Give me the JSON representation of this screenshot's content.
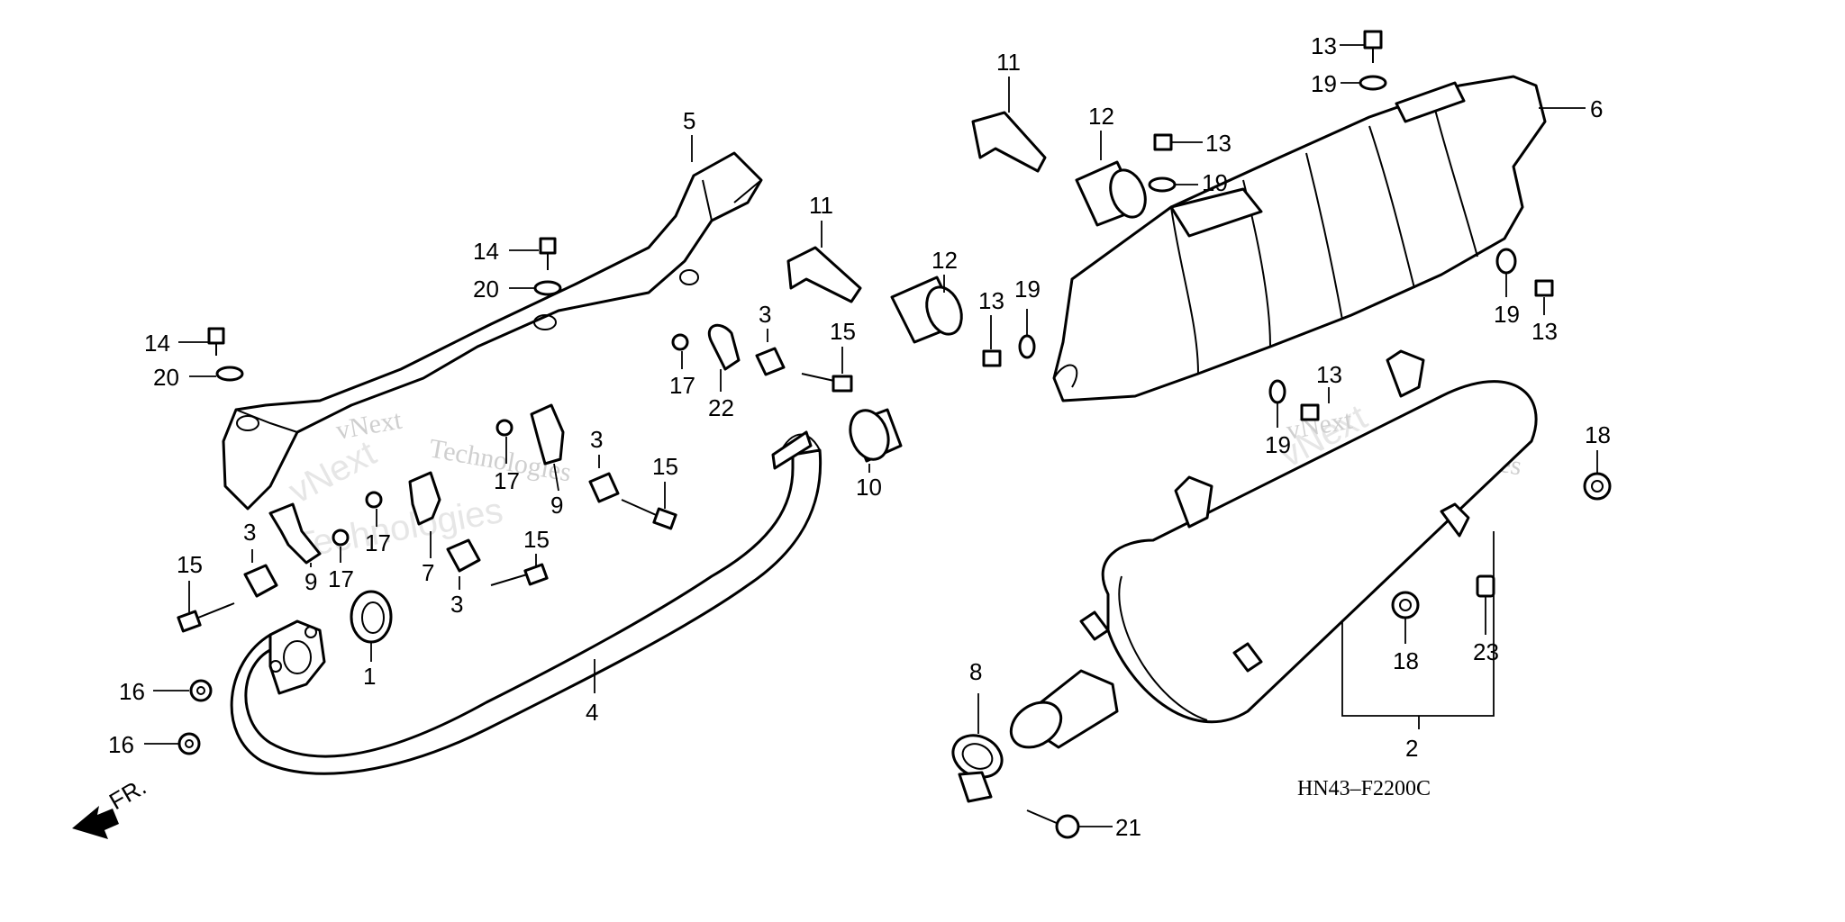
{
  "diagram": {
    "code": "HN43–F2200C",
    "direction_label": "FR.",
    "watermark": {
      "name": "vNext",
      "company": "Technologies"
    },
    "callouts": [
      {
        "id": "c1",
        "label": "1"
      },
      {
        "id": "c2",
        "label": "2"
      },
      {
        "id": "c3a",
        "label": "3"
      },
      {
        "id": "c3b",
        "label": "3"
      },
      {
        "id": "c3c",
        "label": "3"
      },
      {
        "id": "c3d",
        "label": "3"
      },
      {
        "id": "c4",
        "label": "4"
      },
      {
        "id": "c5",
        "label": "5"
      },
      {
        "id": "c6",
        "label": "6"
      },
      {
        "id": "c7",
        "label": "7"
      },
      {
        "id": "c8",
        "label": "8"
      },
      {
        "id": "c9a",
        "label": "9"
      },
      {
        "id": "c9b",
        "label": "9"
      },
      {
        "id": "c10",
        "label": "10"
      },
      {
        "id": "c11a",
        "label": "11"
      },
      {
        "id": "c11b",
        "label": "11"
      },
      {
        "id": "c12a",
        "label": "12"
      },
      {
        "id": "c12b",
        "label": "12"
      },
      {
        "id": "c13a",
        "label": "13"
      },
      {
        "id": "c13b",
        "label": "13"
      },
      {
        "id": "c13c",
        "label": "13"
      },
      {
        "id": "c13d",
        "label": "13"
      },
      {
        "id": "c13e",
        "label": "13"
      },
      {
        "id": "c14a",
        "label": "14"
      },
      {
        "id": "c14b",
        "label": "14"
      },
      {
        "id": "c15a",
        "label": "15"
      },
      {
        "id": "c15b",
        "label": "15"
      },
      {
        "id": "c15c",
        "label": "15"
      },
      {
        "id": "c15d",
        "label": "15"
      },
      {
        "id": "c16a",
        "label": "16"
      },
      {
        "id": "c16b",
        "label": "16"
      },
      {
        "id": "c17a",
        "label": "17"
      },
      {
        "id": "c17b",
        "label": "17"
      },
      {
        "id": "c17c",
        "label": "17"
      },
      {
        "id": "c17d",
        "label": "17"
      },
      {
        "id": "c18a",
        "label": "18"
      },
      {
        "id": "c18b",
        "label": "18"
      },
      {
        "id": "c19a",
        "label": "19"
      },
      {
        "id": "c19b",
        "label": "19"
      },
      {
        "id": "c19c",
        "label": "19"
      },
      {
        "id": "c19d",
        "label": "19"
      },
      {
        "id": "c19e",
        "label": "19"
      },
      {
        "id": "c20a",
        "label": "20"
      },
      {
        "id": "c20b",
        "label": "20"
      },
      {
        "id": "c21",
        "label": "21"
      },
      {
        "id": "c22",
        "label": "22"
      },
      {
        "id": "c23",
        "label": "23"
      }
    ]
  }
}
